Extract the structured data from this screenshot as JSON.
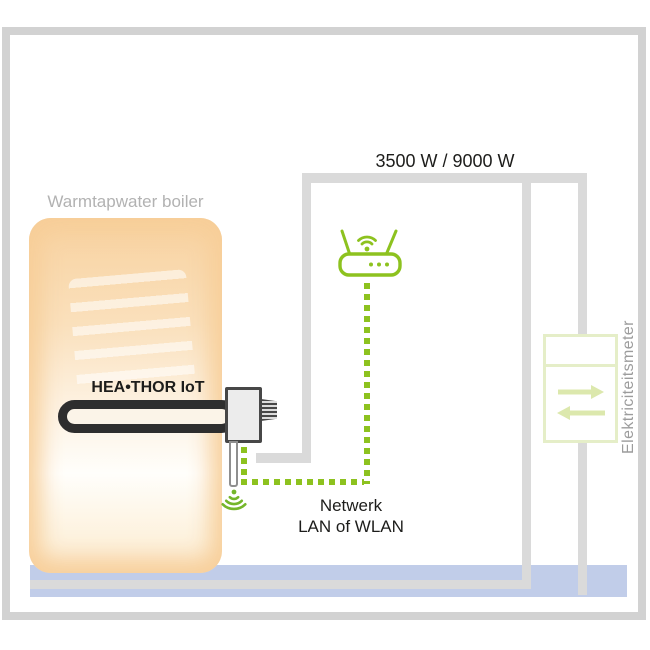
{
  "diagram": {
    "boiler": {
      "label": "Warmtapwater boiler"
    },
    "device": {
      "label": "HEA•THOR IoT"
    },
    "power": {
      "label": "3500 W / 9000 W"
    },
    "network": {
      "line1": "Netwerk",
      "line2": "LAN of WLAN"
    },
    "meter": {
      "label": "Elektriciteitsmeter"
    }
  },
  "colors": {
    "green": "#8dc21f",
    "wifi-green": "#74b62a",
    "cable": "#dadada",
    "frame": "#d2d2d2",
    "floor": "#c1cde9",
    "meter-border": "#e5eec8",
    "meter-arrow": "#dce8ad",
    "label-gray": "#b2b2b2",
    "meter-label": "#9c9c9c",
    "text": "#1d1d1b",
    "element": "#2e2e2e"
  }
}
